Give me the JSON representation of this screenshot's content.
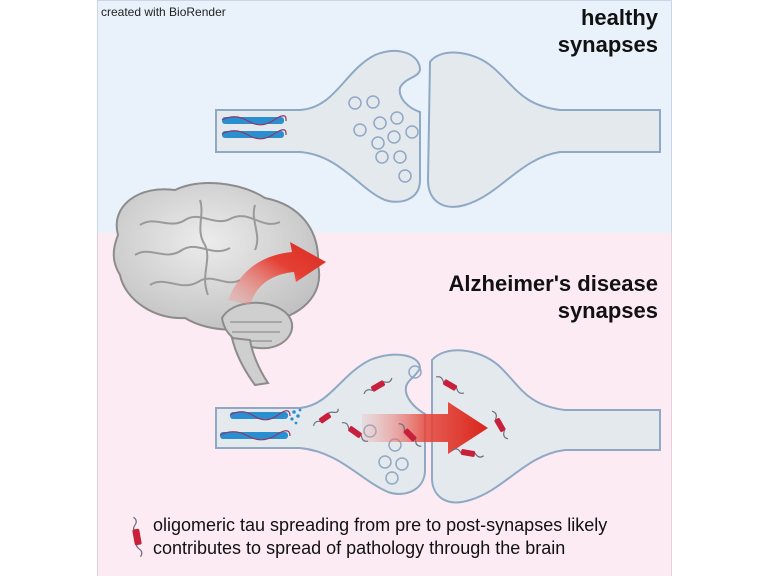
{
  "credit": "created with BioRender",
  "panels": {
    "healthy": {
      "title_line1": "healthy",
      "title_line2": "synapses",
      "background": "#e9f2fb"
    },
    "alzheimers": {
      "title_line1": "Alzheimer's disease",
      "title_line2": "synapses",
      "background": "#fcebf3"
    }
  },
  "caption": {
    "line1": "oligomeric tau spreading from pre to post-synapses likely",
    "line2": "contributes to spread of pathology through the brain"
  },
  "colors": {
    "neuron_fill": "#e4e9ee",
    "neuron_outline": "#8fa8c4",
    "microtubule": "#2a8fd0",
    "tau": "#c8203a",
    "arrow": "#e03a2e",
    "brain": "#d6d6d6"
  }
}
